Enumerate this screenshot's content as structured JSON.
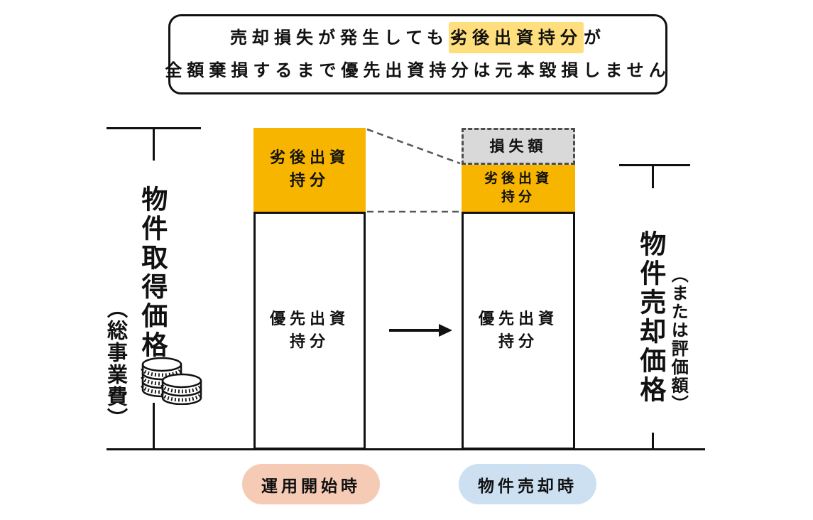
{
  "heading": {
    "line1_before": "売却損失が発生しても",
    "line1_highlight": "劣後出資持分",
    "line1_after": "が",
    "line2": "全額棄損するまで優先出資持分は元本毀損しません"
  },
  "left_axis": {
    "main": "物件取得価格",
    "sub": "（総事業費）",
    "icon": "coins-icon"
  },
  "right_axis": {
    "main": "物件売却価格",
    "sub": "（または評価額）"
  },
  "start_bar": {
    "subordinated_line1": "劣後出資",
    "subordinated_line2": "持分",
    "senior_line1": "優先出資",
    "senior_line2": "持分",
    "caption": "運用開始時"
  },
  "sale_bar": {
    "loss": "損失額",
    "subordinated_line1": "劣後出資",
    "subordinated_line2": "持分",
    "senior_line1": "優先出資",
    "senior_line2": "持分",
    "caption": "物件売却時"
  },
  "colors": {
    "subordinated_fill": "#F8B500",
    "loss_fill": "#D9D9D9",
    "loss_border": "#4D4D4D",
    "highlight": "#FFDE7D",
    "start_caption_bg": "#F6CBB5",
    "sale_caption_bg": "#CCE0F2",
    "dash_line": "#595959",
    "ink": "#111111"
  }
}
